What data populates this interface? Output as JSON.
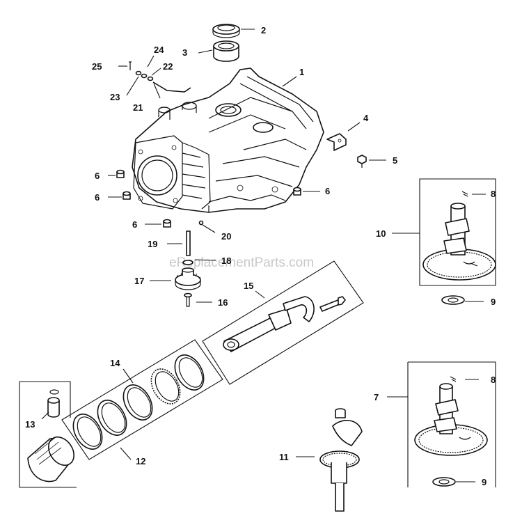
{
  "watermark": "eReplacementParts.com",
  "callouts": {
    "c1": "1",
    "c2": "2",
    "c3": "3",
    "c4": "4",
    "c5": "5",
    "c6": "6",
    "c7": "7",
    "c8": "8",
    "c9": "9",
    "c10": "10",
    "c11": "11",
    "c12": "12",
    "c13": "13",
    "c14": "14",
    "c15": "15",
    "c16": "16",
    "c17": "17",
    "c18": "18",
    "c19": "19",
    "c20": "20",
    "c21": "21",
    "c22": "22",
    "c23": "23",
    "c24": "24",
    "c25": "25"
  }
}
